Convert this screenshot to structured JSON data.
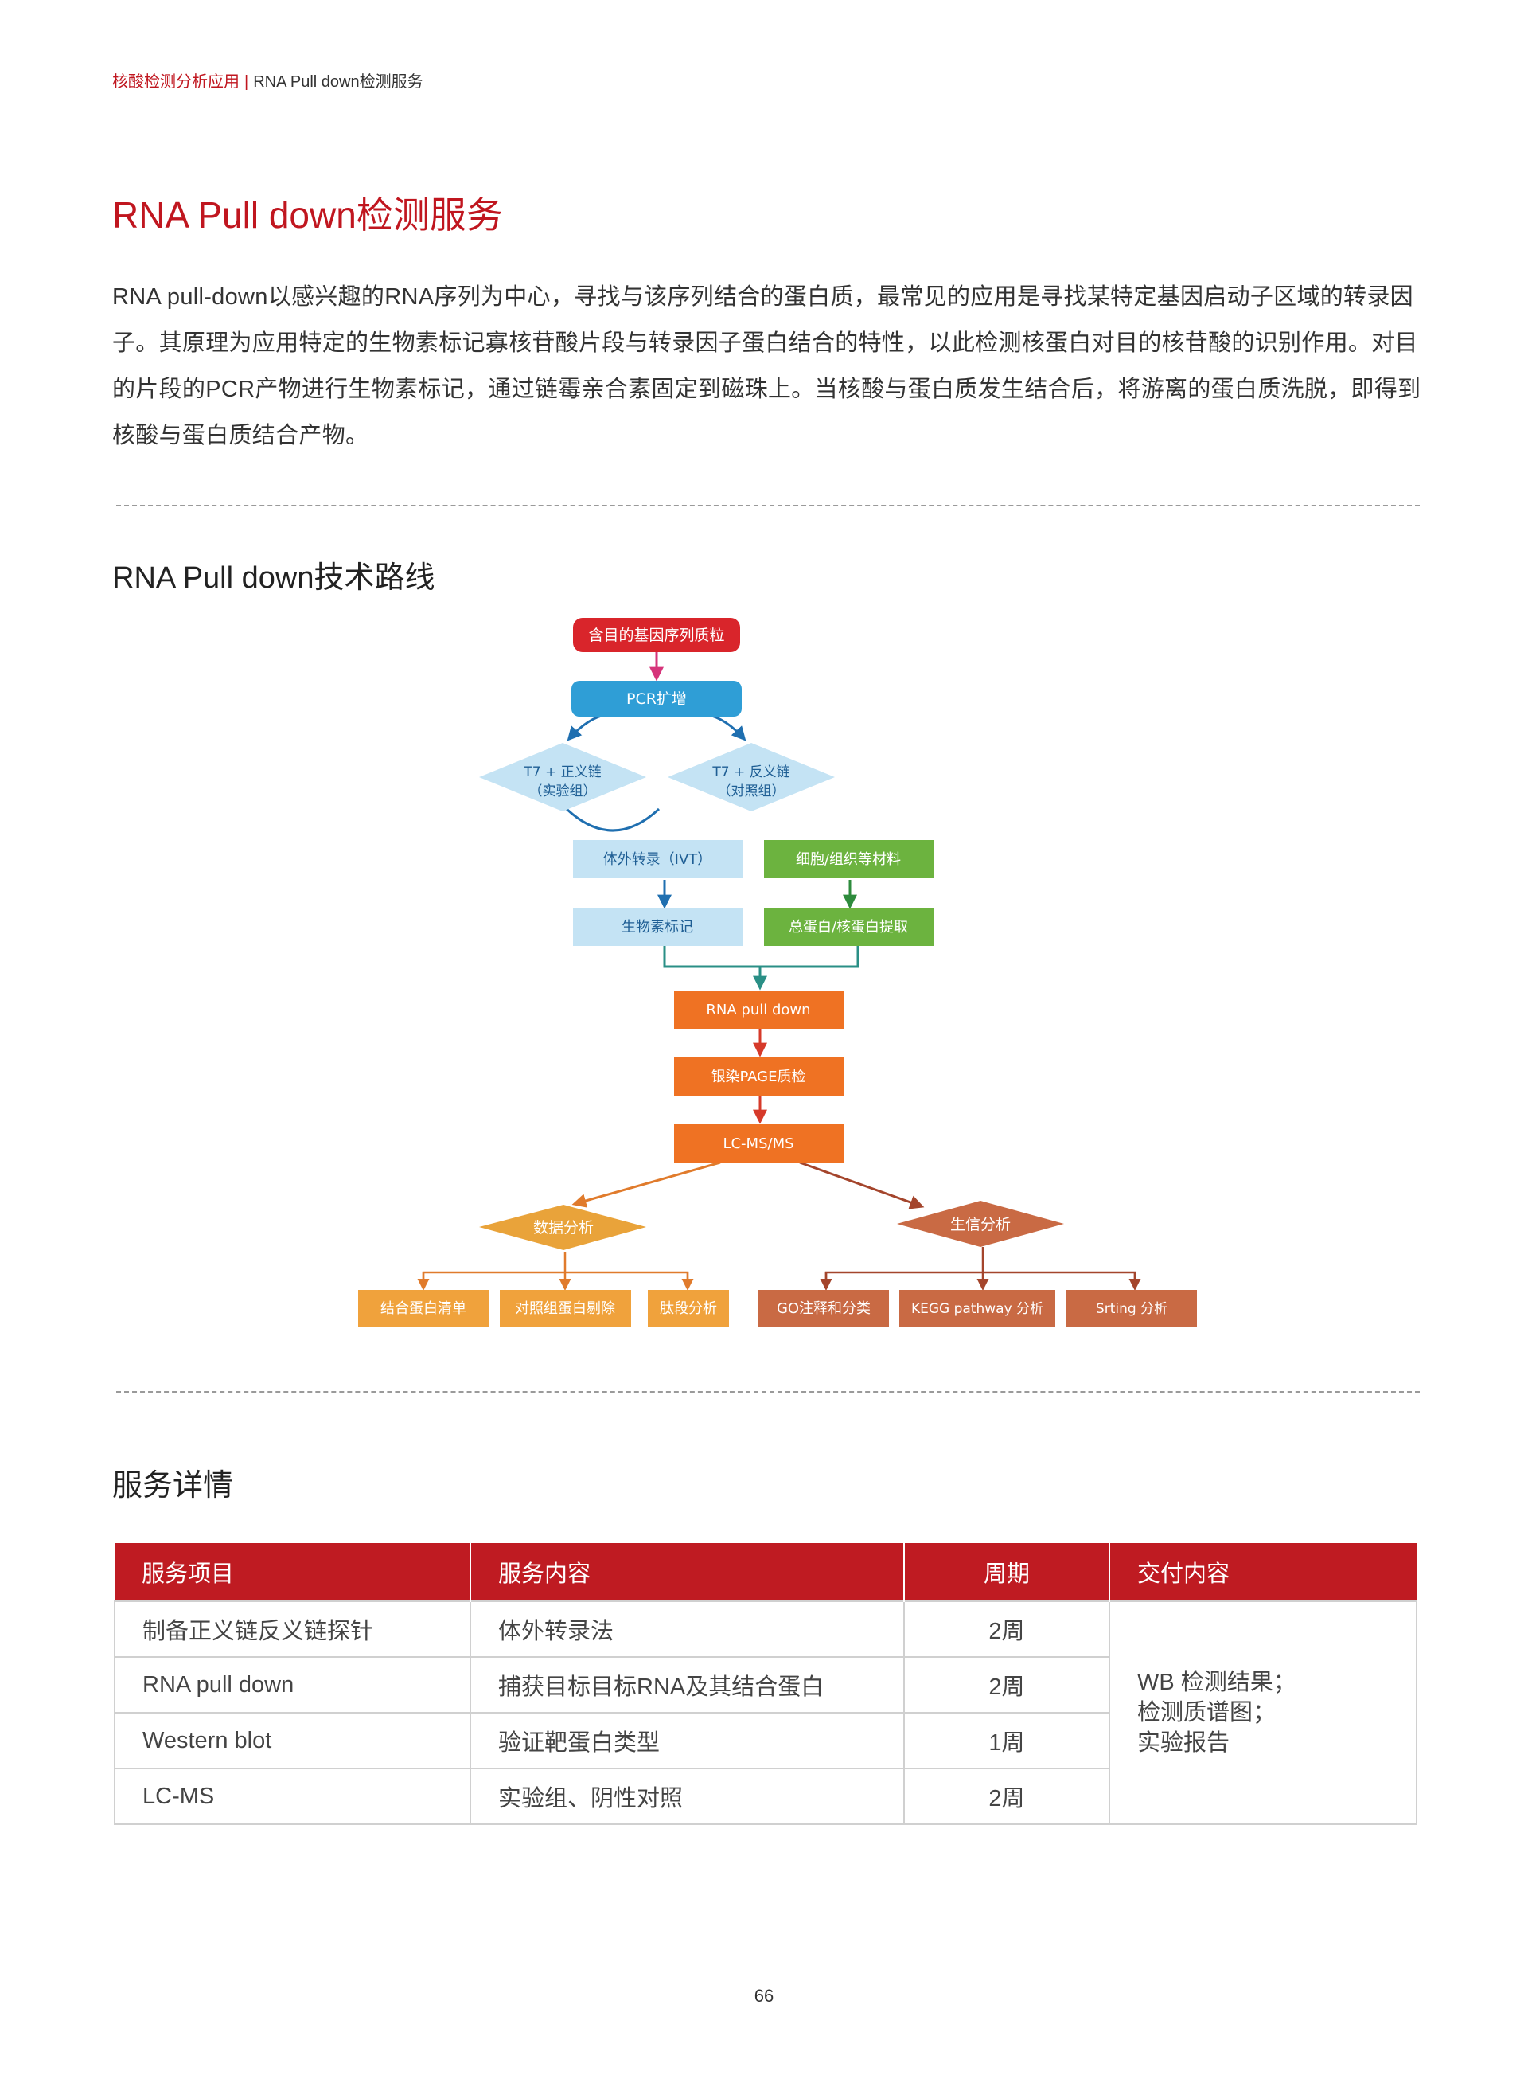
{
  "header": {
    "section": "核酸检测分析应用",
    "separator": "|",
    "current": "RNA Pull down检测服务"
  },
  "title": "RNA Pull down检测服务",
  "intro": "RNA pull-down以感兴趣的RNA序列为中心，寻找与该序列结合的蛋白质，最常见的应用是寻找某特定基因启动子区域的转录因子。其原理为应用特定的生物素标记寡核苷酸片段与转录因子蛋白结合的特性，以此检测核蛋白对目的核苷酸的识别作用。对目的片段的PCR产物进行生物素标记，通过链霉亲合素固定到磁珠上。当核酸与蛋白质发生结合后，将游离的蛋白质洗脱，即得到核酸与蛋白质结合产物。",
  "route_heading": "RNA Pull down技术路线",
  "flow": {
    "plasmid": "含目的基因序列质粒",
    "pcr": "PCR扩增",
    "t7_sense": "T7 + 正义链",
    "exp_group": "（实验组）",
    "t7_antisense": "T7 + 反义链",
    "ctrl_group": "（对照组）",
    "ivt": "体外转录（IVT）",
    "cells": "细胞/组织等材料",
    "biotin": "生物素标记",
    "extract": "总蛋白/核蛋白提取",
    "pulldown": "RNA pull down",
    "page": "银染PAGE质检",
    "lcms": "LC-MS/MS",
    "data_analysis": "数据分析",
    "bioinfo": "生信分析",
    "bind_list": "结合蛋白清单",
    "ctrl_remove": "对照组蛋白剔除",
    "peptide": "肽段分析",
    "go": "GO注释和分类",
    "kegg": "KEGG pathway 分析",
    "string": "Srting 分析"
  },
  "service_heading": "服务详情",
  "table": {
    "headers": [
      "服务项目",
      "服务内容",
      "周期",
      "交付内容"
    ],
    "rows": [
      [
        "制备正义链反义链探针",
        "体外转录法",
        "2周"
      ],
      [
        "RNA pull down",
        "捕获目标目标RNA及其结合蛋白",
        "2周"
      ],
      [
        "Western blot",
        "验证靶蛋白类型",
        "1周"
      ],
      [
        "LC-MS",
        "实验组、阴性对照",
        "2周"
      ]
    ],
    "deliverables": [
      "WB 检测结果；",
      "检测质谱图；",
      "实验报告"
    ]
  },
  "page_number": "66"
}
